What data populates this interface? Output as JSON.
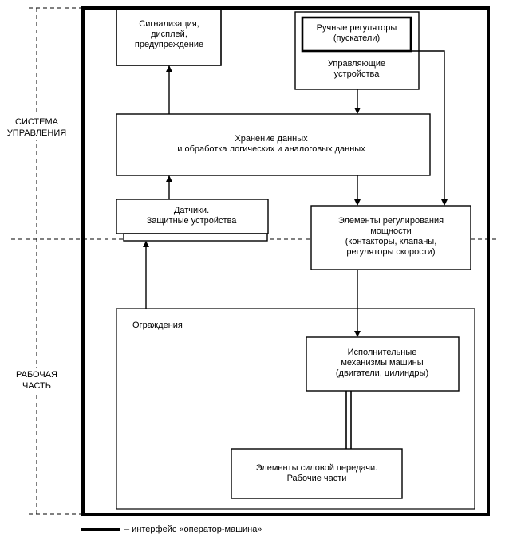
{
  "side_labels": {
    "control_system": [
      "СИСТЕМА",
      "УПРАВЛЕНИЯ"
    ],
    "working_part": [
      "РАБОЧАЯ",
      "ЧАСТЬ"
    ]
  },
  "blocks": {
    "signaling": [
      "Сигнализация,",
      "дисплей,",
      "предупреждение"
    ],
    "manual_regulators": [
      "Ручные регуляторы",
      "(пускатели)"
    ],
    "control_devices": [
      "Управляющие",
      "устройства"
    ],
    "data_processing": [
      "Хранение данных",
      "и обработка логических и аналоговых данных"
    ],
    "sensors": [
      "Датчики.",
      "Защитные устройства"
    ],
    "power_control": [
      "Элементы регулирования",
      "мощности",
      "(контакторы, клапаны,",
      "регуляторы скорости)"
    ],
    "guards": "Ограждения",
    "actuators": [
      "Исполнительные",
      "механизмы машины",
      "(двигатели, цилиндры)"
    ],
    "transmission": [
      "Элементы силовой передачи.",
      "Рабочие части"
    ]
  },
  "legend": {
    "text": "– интерфейс «оператор-машина»"
  }
}
